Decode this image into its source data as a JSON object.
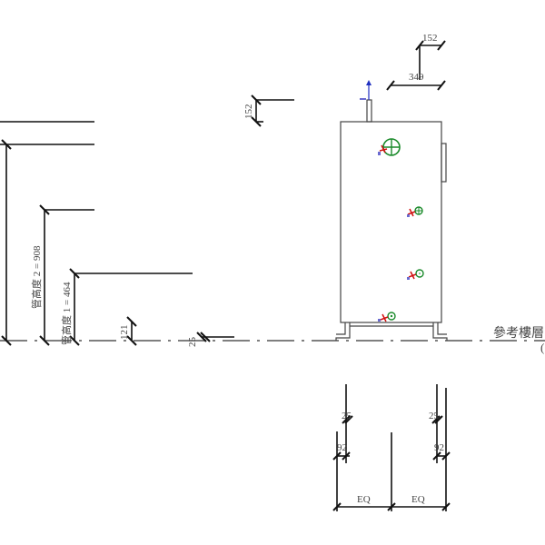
{
  "dimensions": {
    "top_offset": "152",
    "top_width": "349",
    "left_offset": "152",
    "pipe_height_2": "管高度 2 = 908",
    "pipe_height_1": "管高度 1 = 464",
    "small_height": "121",
    "small_gap": "25",
    "bottom_left_25": "25",
    "bottom_left_92": "92",
    "bottom_right_25": "25",
    "bottom_right_92": "92",
    "eq_left": "EQ",
    "eq_right": "EQ"
  },
  "reference_level": {
    "label": "參考樓層",
    "suffix": "("
  },
  "colors": {
    "connector": "#1a8a2a",
    "marker": "#d01010",
    "axis": "#2030c0",
    "line": "#111111"
  }
}
